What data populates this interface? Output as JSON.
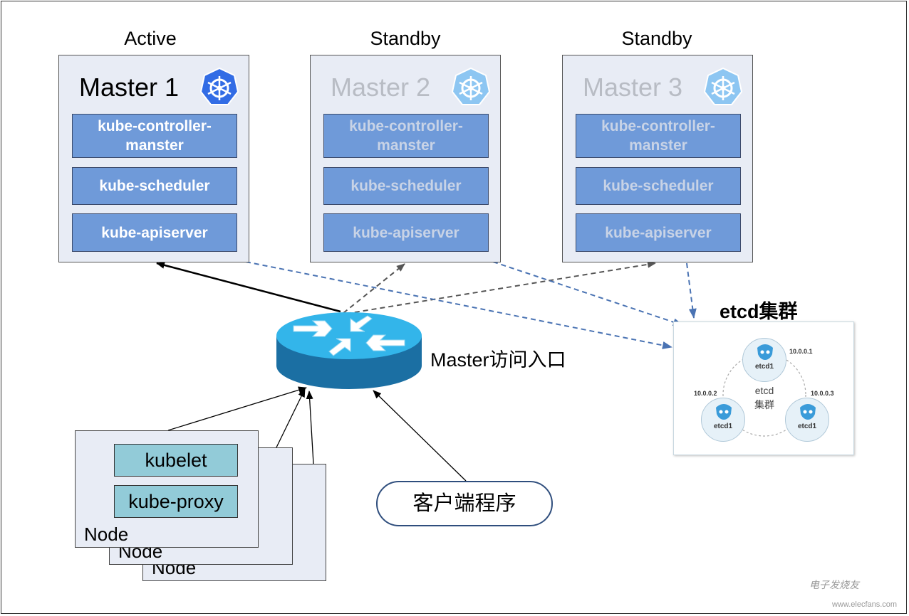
{
  "states": {
    "active": "Active",
    "standby1": "Standby",
    "standby2": "Standby"
  },
  "masters": [
    {
      "title": "Master 1",
      "components": [
        "kube-controller-\nmanster",
        "kube-scheduler",
        "kube-apiserver"
      ]
    },
    {
      "title": "Master 2",
      "components": [
        "kube-controller-\nmanster",
        "kube-scheduler",
        "kube-apiserver"
      ]
    },
    {
      "title": "Master 3",
      "components": [
        "kube-controller-\nmanster",
        "kube-scheduler",
        "kube-apiserver"
      ]
    }
  ],
  "router_label": "Master访问入口",
  "node": {
    "label": "Node",
    "components": [
      "kubelet",
      "kube-proxy"
    ]
  },
  "client_label": "客户端程序",
  "etcd": {
    "title": "etcd集群",
    "center_line1": "etcd",
    "center_line2": "集群",
    "nodes": [
      {
        "name": "etcd1",
        "ip": "10.0.0.1"
      },
      {
        "name": "etcd1",
        "ip": "10.0.0.2"
      },
      {
        "name": "etcd1",
        "ip": "10.0.0.3"
      }
    ]
  },
  "watermark": {
    "text": "电子发烧友",
    "url": "www.elecfans.com"
  },
  "colors": {
    "component_fill": "#6f9ad9",
    "master_fill": "#e8ecf5",
    "node_component_fill": "#92cbd8",
    "k8s_active": "#326ce5",
    "k8s_standby": "#8dc6f2",
    "router_top": "#33b5ea",
    "router_side": "#1b6fa3",
    "dashed_blue": "#4a73b3",
    "dashed_gray": "#555555"
  },
  "icons": {
    "master": "kubernetes-icon",
    "router": "router-icon",
    "etcd": "etcd-icon"
  }
}
